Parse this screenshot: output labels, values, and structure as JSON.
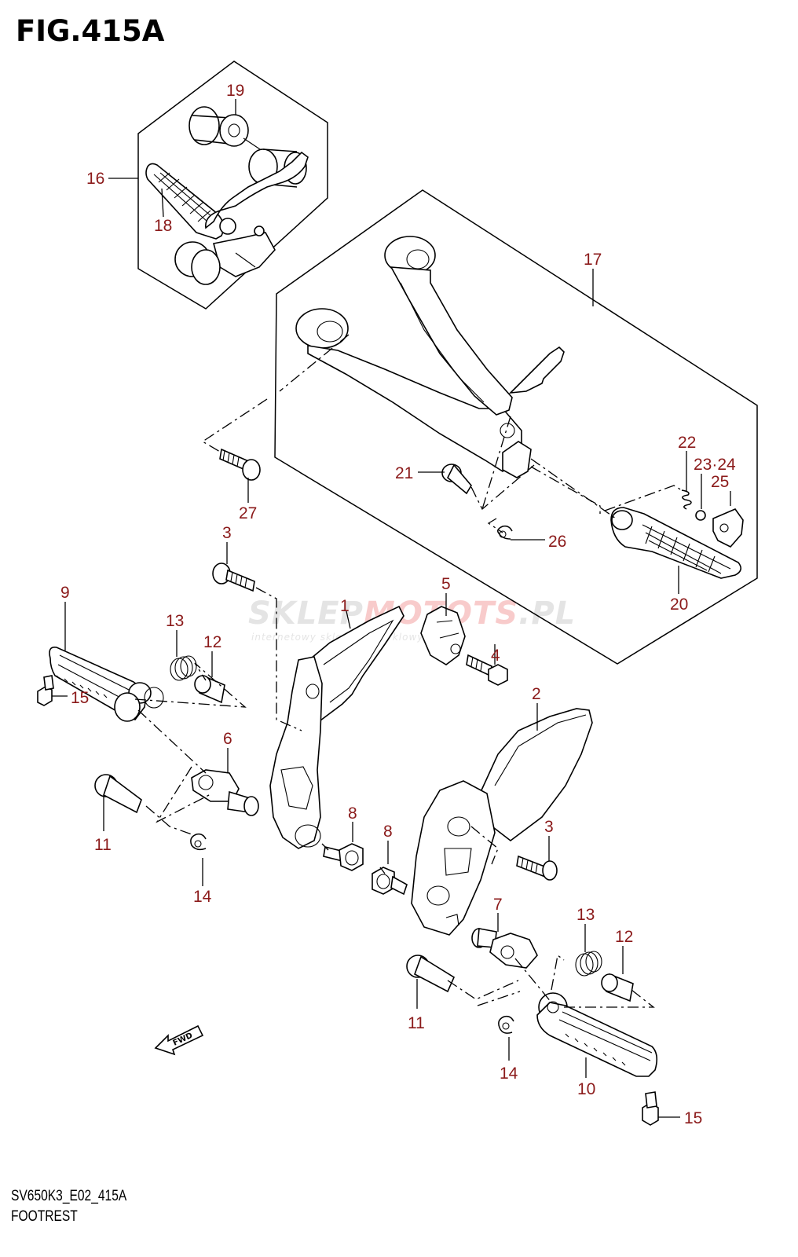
{
  "figure": {
    "title": "FIG.415A",
    "model_code": "SV650K3_E02_415A",
    "section_name": "FOOTREST"
  },
  "watermark": {
    "part1": "SKLEP",
    "part2": "MOTO",
    "part3": "TS",
    "part4": ".PL",
    "tagline": "internetowy sklep motocyklowy"
  },
  "fwd_label": "FWD",
  "callouts": [
    {
      "id": "c1",
      "label": "1"
    },
    {
      "id": "c2",
      "label": "2"
    },
    {
      "id": "c3a",
      "label": "3"
    },
    {
      "id": "c3b",
      "label": "3"
    },
    {
      "id": "c4",
      "label": "4"
    },
    {
      "id": "c5",
      "label": "5"
    },
    {
      "id": "c6",
      "label": "6"
    },
    {
      "id": "c7",
      "label": "7"
    },
    {
      "id": "c8a",
      "label": "8"
    },
    {
      "id": "c8b",
      "label": "8"
    },
    {
      "id": "c9",
      "label": "9"
    },
    {
      "id": "c10",
      "label": "10"
    },
    {
      "id": "c11a",
      "label": "11"
    },
    {
      "id": "c11b",
      "label": "11"
    },
    {
      "id": "c12a",
      "label": "12"
    },
    {
      "id": "c12b",
      "label": "12"
    },
    {
      "id": "c13a",
      "label": "13"
    },
    {
      "id": "c13b",
      "label": "13"
    },
    {
      "id": "c14a",
      "label": "14"
    },
    {
      "id": "c14b",
      "label": "14"
    },
    {
      "id": "c15a",
      "label": "15"
    },
    {
      "id": "c15b",
      "label": "15"
    },
    {
      "id": "c16",
      "label": "16"
    },
    {
      "id": "c17",
      "label": "17"
    },
    {
      "id": "c18",
      "label": "18"
    },
    {
      "id": "c19",
      "label": "19"
    },
    {
      "id": "c20",
      "label": "20"
    },
    {
      "id": "c21",
      "label": "21"
    },
    {
      "id": "c22",
      "label": "22"
    },
    {
      "id": "c23",
      "label": "23·24"
    },
    {
      "id": "c25",
      "label": "25"
    },
    {
      "id": "c26",
      "label": "26"
    },
    {
      "id": "c27",
      "label": "27"
    }
  ]
}
